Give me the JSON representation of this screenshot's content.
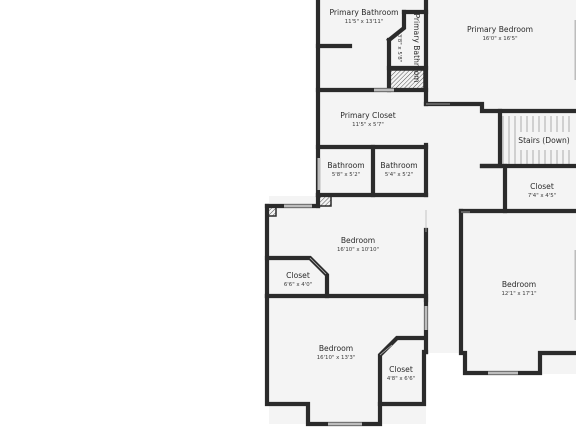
{
  "rooms": [
    {
      "id": "primary-bathroom",
      "name": "Primary Bathroom",
      "dims": "11'5\" x 13'11\""
    },
    {
      "id": "primary-bathroom-small",
      "name": "Primary Bathroom",
      "dims": "3'8\" x 5'8\""
    },
    {
      "id": "primary-bedroom",
      "name": "Primary Bedroom",
      "dims": "16'0\" x 16'5\""
    },
    {
      "id": "primary-closet",
      "name": "Primary Closet",
      "dims": "11'5\" x 5'7\""
    },
    {
      "id": "stairs",
      "name": "Stairs (Down)",
      "dims": ""
    },
    {
      "id": "bathroom-left",
      "name": "Bathroom",
      "dims": "5'8\" x 5'2\""
    },
    {
      "id": "bathroom-right",
      "name": "Bathroom",
      "dims": "5'4\" x 5'2\""
    },
    {
      "id": "closet-stairs",
      "name": "Closet",
      "dims": "7'4\" x 4'5\""
    },
    {
      "id": "bedroom-upper",
      "name": "Bedroom",
      "dims": "16'10\" x 10'10\""
    },
    {
      "id": "closet-upper",
      "name": "Closet",
      "dims": "6'6\" x 4'0\""
    },
    {
      "id": "bedroom-right",
      "name": "Bedroom",
      "dims": "12'1\" x 17'1\""
    },
    {
      "id": "bedroom-lower",
      "name": "Bedroom",
      "dims": "16'10\" x 13'3\""
    },
    {
      "id": "closet-lower",
      "name": "Closet",
      "dims": "4'8\" x 6'6\""
    }
  ]
}
